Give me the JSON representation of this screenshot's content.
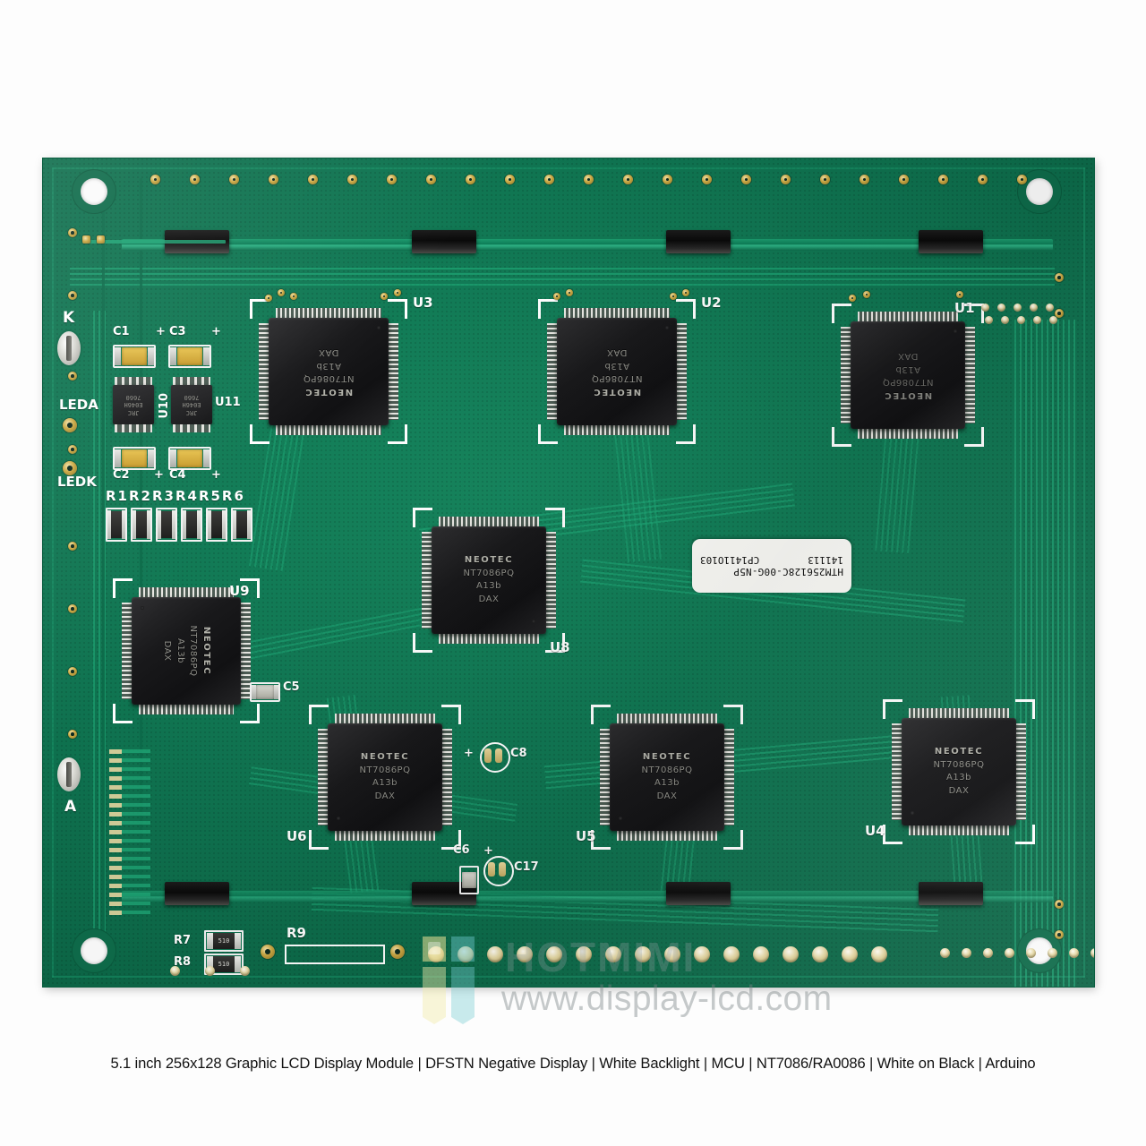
{
  "caption": "5.1 inch 256x128 Graphic LCD Display Module | DFSTN Negative Display | White Backlight | MCU | NT7086/RA0086 | White on Black | Arduino",
  "watermark": {
    "brand": "HOTMIMI",
    "url": "www.display-lcd.com"
  },
  "board": {
    "label": {
      "part_number": "HTM256128C-00G-N5P",
      "date_code": "141113",
      "lot_code": "CP1411O103"
    },
    "colors": {
      "solder_mask": "#0f7350",
      "copper_trace": "#20b07c",
      "pad_gold": "#caa742",
      "silkscreen": "#ffffff",
      "ic_body": "#18181a"
    },
    "ics": [
      {
        "ref": "U1",
        "brand": "NEOTEC",
        "part": "NT7086PQ",
        "code": "A13b",
        "mark": "DAX",
        "rotation": 180
      },
      {
        "ref": "U2",
        "brand": "NEOTEC",
        "part": "NT7086PQ",
        "code": "A13b",
        "mark": "DAX",
        "rotation": 180
      },
      {
        "ref": "U3",
        "brand": "NEOTEC",
        "part": "NT7086PQ",
        "code": "A13b",
        "mark": "DAX",
        "rotation": 180
      },
      {
        "ref": "U4",
        "brand": "NEOTEC",
        "part": "NT7086PQ",
        "code": "A13b",
        "mark": "DAX",
        "rotation": 0
      },
      {
        "ref": "U5",
        "brand": "NEOTEC",
        "part": "NT7086PQ",
        "code": "A13b",
        "mark": "DAX",
        "rotation": 0
      },
      {
        "ref": "U6",
        "brand": "NEOTEC",
        "part": "NT7086PQ",
        "code": "A13b",
        "mark": "DAX",
        "rotation": 0
      },
      {
        "ref": "U8",
        "brand": "NEOTEC",
        "part": "NT7086PQ",
        "code": "A13b",
        "mark": "DAX",
        "rotation": 0
      },
      {
        "ref": "U9",
        "brand": "NEOTEC",
        "part": "NT7086PQ",
        "code": "A13b",
        "mark": "DAX",
        "rotation": 90
      }
    ],
    "soics": [
      {
        "ref": "U10",
        "line1": "JRC",
        "line2": "E046H",
        "line3": "7660"
      },
      {
        "ref": "U11",
        "line1": "JRC",
        "line2": "E046H",
        "line3": "7660"
      }
    ],
    "capacitors": [
      {
        "ref": "C1",
        "polarity": ""
      },
      {
        "ref": "C3",
        "polarity": "+"
      },
      {
        "ref": "C2",
        "polarity": "+"
      },
      {
        "ref": "C4",
        "polarity": "+"
      },
      {
        "ref": "C5",
        "polarity": ""
      },
      {
        "ref": "C6",
        "polarity": ""
      },
      {
        "ref": "C8",
        "polarity": "+"
      },
      {
        "ref": "C17",
        "polarity": "+"
      }
    ],
    "resistors": [
      {
        "ref": "R1",
        "value": ""
      },
      {
        "ref": "R2",
        "value": ""
      },
      {
        "ref": "R3",
        "value": ""
      },
      {
        "ref": "R4",
        "value": ""
      },
      {
        "ref": "R5",
        "value": ""
      },
      {
        "ref": "R6",
        "value": ""
      },
      {
        "ref": "R7",
        "value": "510"
      },
      {
        "ref": "R8",
        "value": "510"
      },
      {
        "ref": "R9",
        "value": ""
      }
    ],
    "terminals": [
      {
        "ref": "K"
      },
      {
        "ref": "LEDA"
      },
      {
        "ref": "LEDK"
      },
      {
        "ref": "A"
      }
    ],
    "group_label_r1r6": "R1R2R3R4R5R6"
  }
}
